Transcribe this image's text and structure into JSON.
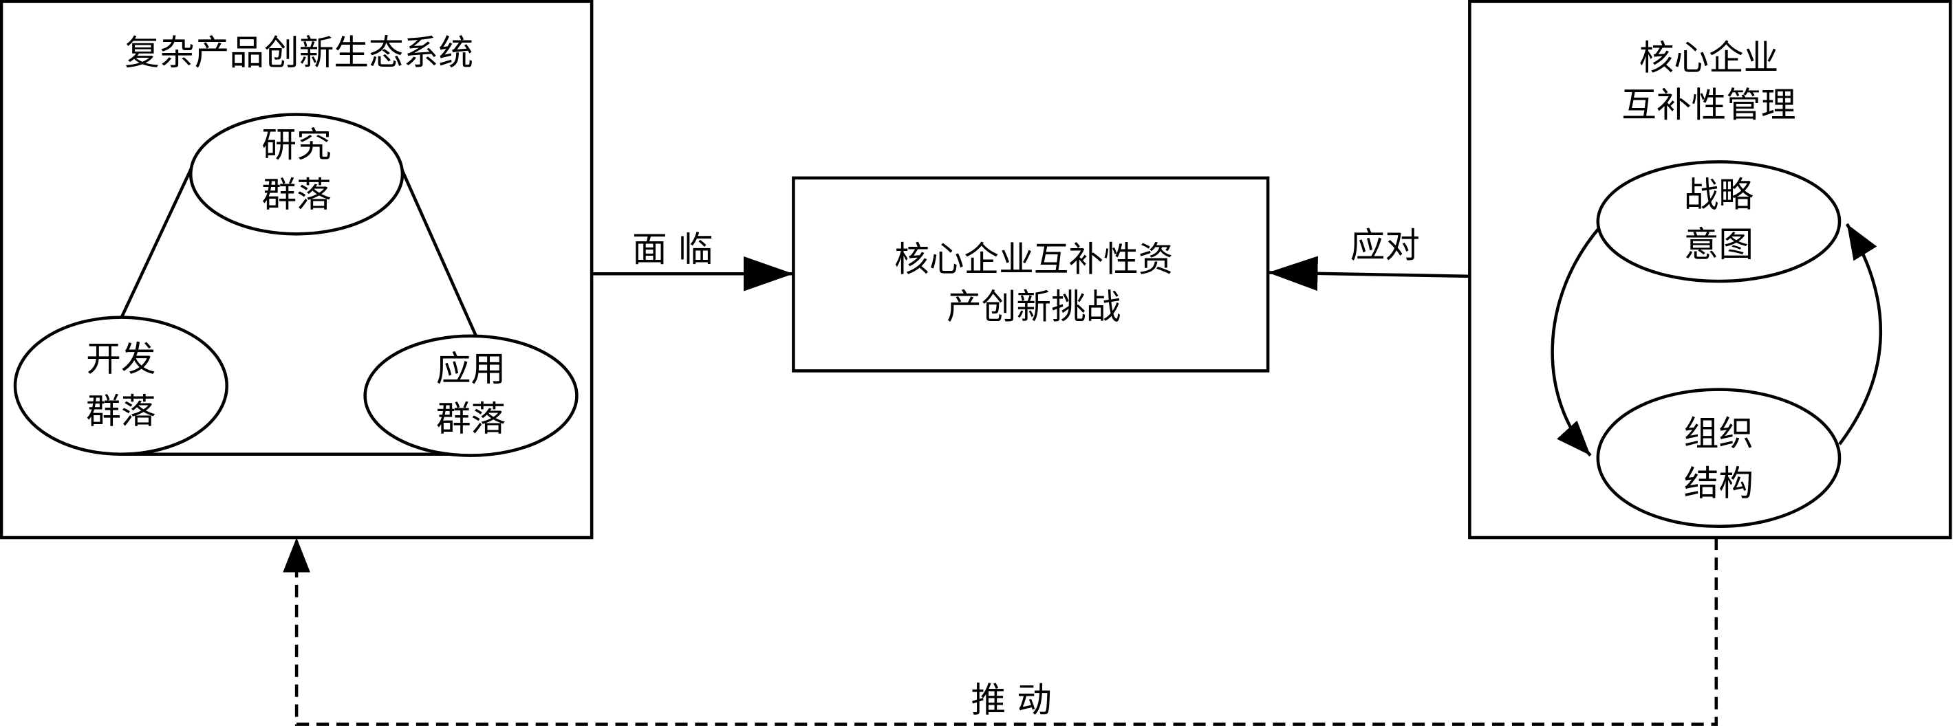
{
  "left_panel": {
    "title": "复杂产品创新生态系统",
    "nodes": [
      {
        "line1": "研究",
        "line2": "群落"
      },
      {
        "line1": "开发",
        "line2": "群落"
      },
      {
        "line1": "应用",
        "line2": "群落"
      }
    ]
  },
  "center_box": {
    "line1": "核心企业互补性资",
    "line2": "产创新挑战"
  },
  "right_panel": {
    "title_line1": "核心企业",
    "title_line2": "互补性管理",
    "nodes": [
      {
        "line1": "战略",
        "line2": "意图"
      },
      {
        "line1": "组织",
        "line2": "结构"
      }
    ]
  },
  "edges": {
    "face": "面 临",
    "respond": "应对",
    "drive": "推 动"
  }
}
